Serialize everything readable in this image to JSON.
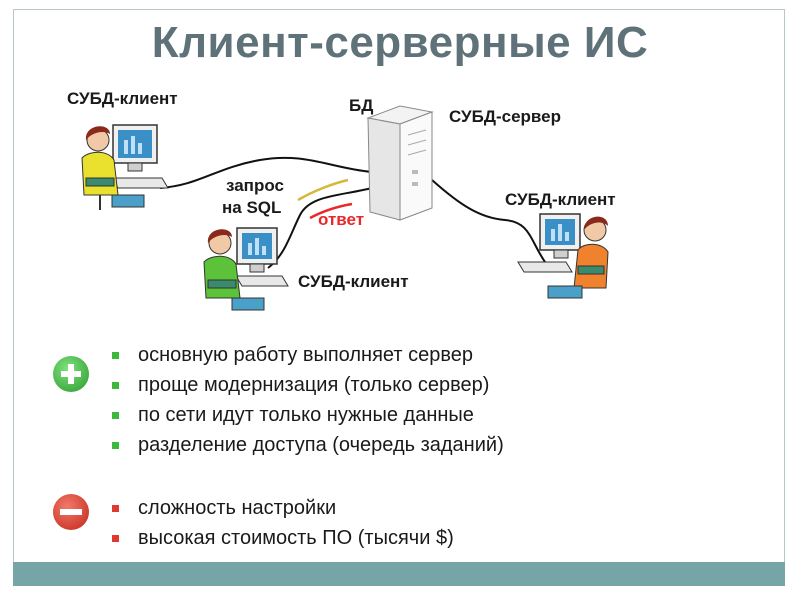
{
  "title": "Клиент-серверные ИС",
  "diagram": {
    "client_top_left": "СУБД-клиент",
    "db_label": "БД",
    "server_label": "СУБД-сервер",
    "client_right": "СУБД-клиент",
    "client_bottom": "СУБД-клиент",
    "request_line1": "запрос",
    "request_line2": "на SQL",
    "response": "ответ"
  },
  "pros": [
    "основную работу выполняет сервер",
    "проще модернизация (только сервер)",
    "по сети идут только нужные данные",
    "разделение доступа (очередь заданий)"
  ],
  "cons": [
    "сложность настройки",
    "высокая стоимость ПО (тысячи $)"
  ],
  "colors": {
    "title": "#5f7279",
    "plus": "#3cb83c",
    "minus": "#e03a2e",
    "bar": "#76a5a8"
  }
}
